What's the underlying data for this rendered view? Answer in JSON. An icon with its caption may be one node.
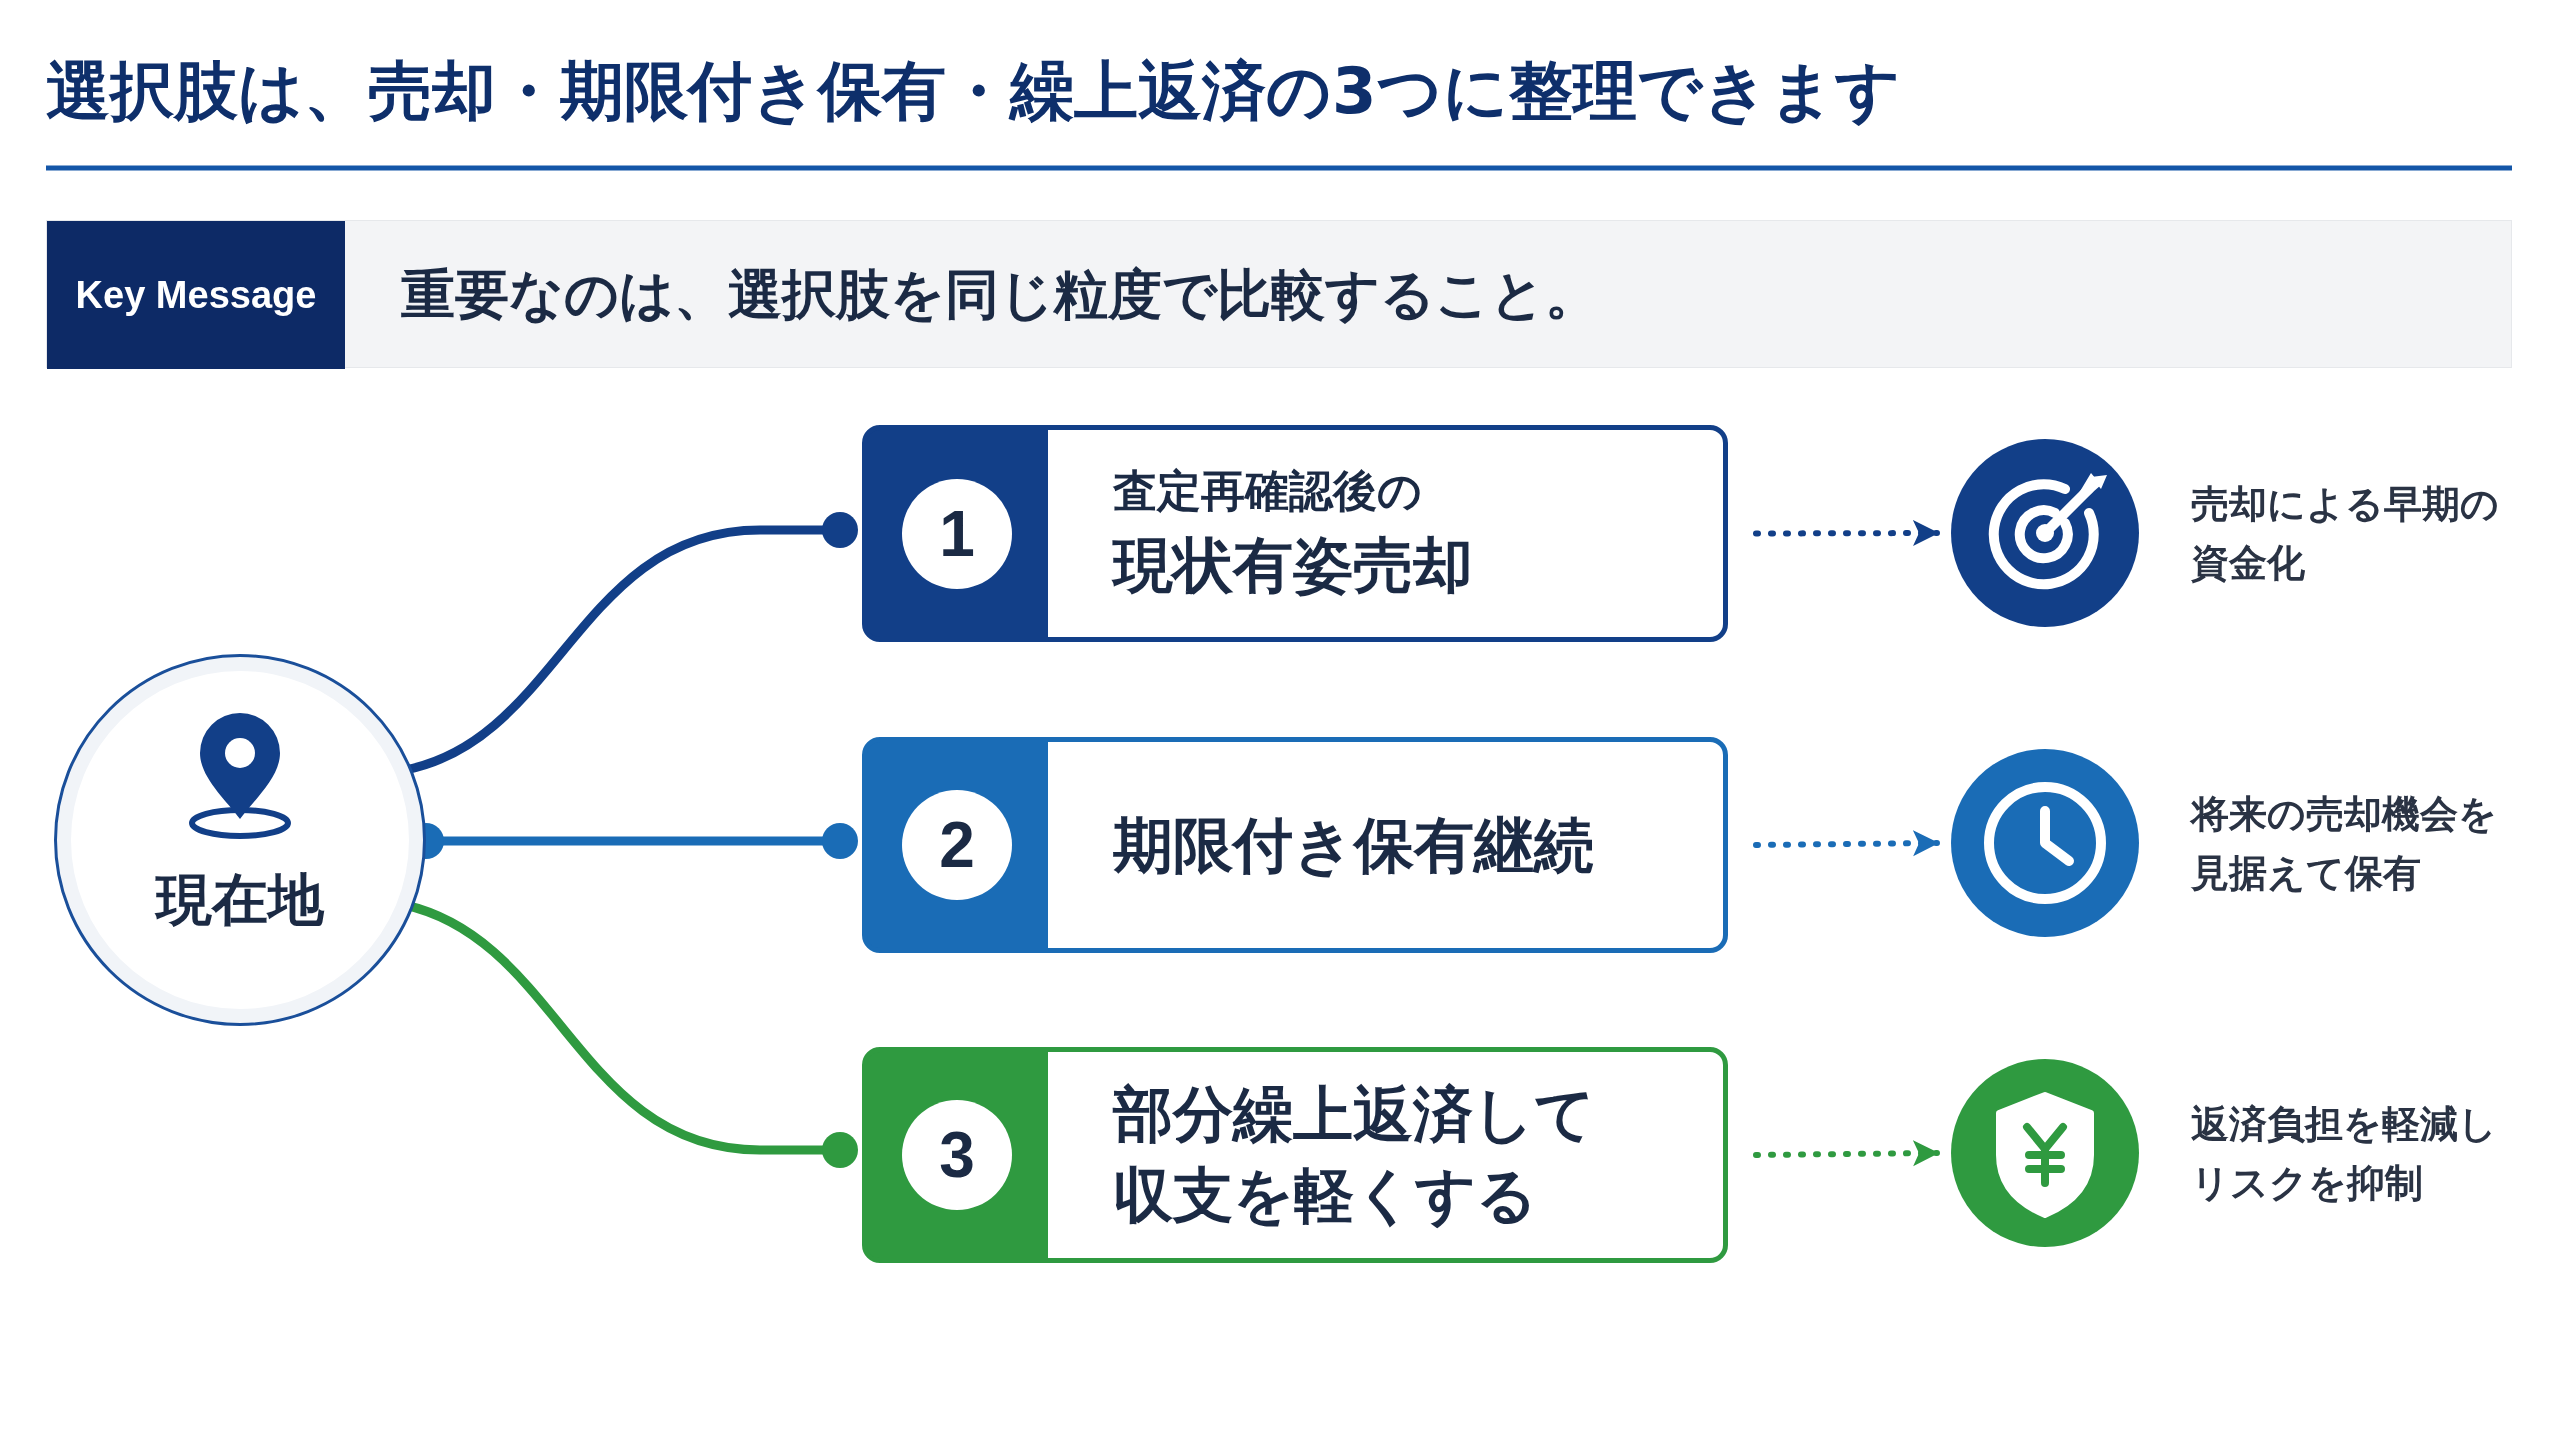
{
  "diagram": {
    "title": "選択肢は、売却・期限付き保有・繰上返済の3つに整理できます",
    "nodes": [
      {
        "text": [
          "Key Message",
          "重要なのは、選択肢を同じ粒度で比較すること。"
        ]
      },
      {
        "text": [
          "現在地"
        ]
      },
      {
        "text": [
          "1",
          "査定再確認後の",
          "現状有姿売却"
        ]
      },
      {
        "text": [
          "2",
          "期限付き保有継続"
        ]
      },
      {
        "text": [
          "3",
          "部分繰上返済して収支を軽くする"
        ]
      },
      {
        "text": [],
        "shape": "circle",
        "beside": [
          "売却による早期の資金化"
        ]
      },
      {
        "text": [],
        "shape": "circle",
        "beside": [
          "将来の売却機会を見据えて保有"
        ]
      },
      {
        "text": [],
        "shape": "circle",
        "beside": [
          "返済負担を軽減しリスクを抑制"
        ]
      }
    ],
    "edges": [
      {
        "from": 1,
        "to": 2,
        "arrow": "other",
        "color": "#123f88"
      },
      {
        "from": 1,
        "to": 3,
        "arrow": "other",
        "color": "#1a6cb6"
      },
      {
        "from": 1,
        "to": 4,
        "arrow": "other",
        "color": "#2f9a40"
      },
      {
        "from": 2,
        "to": 5,
        "arrow": "to",
        "style": "dashed",
        "color": "#123f88"
      },
      {
        "from": 3,
        "to": 6,
        "arrow": "to",
        "style": "dashed",
        "color": "#1a6cb6"
      },
      {
        "from": 4,
        "to": 7,
        "arrow": "to",
        "style": "dashed",
        "color": "#2f9a40"
      }
    ]
  }
}
